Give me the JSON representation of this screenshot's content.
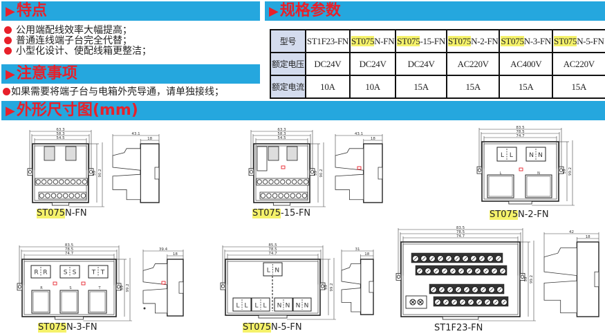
{
  "features": {
    "title": "特点",
    "items": [
      "公用端配线效率大幅提高；",
      "普通连线端子台完全代替；",
      "小型化设计、使配线箱更整洁；"
    ]
  },
  "notes": {
    "title": "注意事项",
    "items": [
      "如果需要将端子台与电箱外壳导通，请单独接线；"
    ]
  },
  "dimensions_title": "外形尺寸图(mm)",
  "specs": {
    "title": "规格参数",
    "row_labels": [
      "型号",
      "额定电压",
      "额定电流"
    ],
    "models": [
      {
        "highlight": "",
        "suffix": "ST1F23-FN"
      },
      {
        "highlight": "ST075",
        "suffix": "N-FN"
      },
      {
        "highlight": "ST075",
        "suffix": "-15-FN"
      },
      {
        "highlight": "ST075",
        "suffix": "N-2-FN"
      },
      {
        "highlight": "ST075",
        "suffix": "N-3-FN"
      },
      {
        "highlight": "ST075",
        "suffix": "N-5-FN"
      }
    ],
    "voltages": [
      "DC24V",
      "DC24V",
      "DC24V",
      "AC220V",
      "AC400V",
      "AC220V"
    ],
    "currents": [
      "10A",
      "10A",
      "15A",
      "15A",
      "15A",
      "15A"
    ]
  },
  "drawings": [
    {
      "highlight": "ST075",
      "suffix": "N-FN",
      "front_dims": [
        "63.3",
        "58.3",
        "54.5"
      ],
      "vertical_dims": [
        "59",
        "90.2"
      ],
      "side_dims": [
        "43.1",
        "18"
      ],
      "kind": "terminal"
    },
    {
      "highlight": "ST075",
      "suffix": "-15-FN",
      "front_dims": [
        "63.3",
        "58.3",
        "54.5"
      ],
      "vertical_dims": [
        "59",
        "90.2"
      ],
      "side_dims": [
        "43.1",
        "18"
      ],
      "kind": "terminal15"
    },
    {
      "highlight": "ST075",
      "suffix": "N-2-FN",
      "front_dims": [
        "83.5",
        "78.5",
        "74.7"
      ],
      "vertical_dims": [
        "59",
        "99.2"
      ],
      "side_dims": [],
      "kind": "boxes",
      "pairs": [
        [
          "L",
          "L"
        ],
        [
          "N",
          "N"
        ]
      ],
      "sublabels": [
        "L",
        "N"
      ]
    },
    {
      "highlight": "ST075",
      "suffix": "N-3-FN",
      "front_dims": [
        "83.5",
        "78.5",
        "74.7"
      ],
      "vertical_dims": [
        "59",
        "99.2"
      ],
      "side_dims": [
        "39.4",
        "18"
      ],
      "kind": "boxes",
      "pairs": [
        [
          "R",
          "R"
        ],
        [
          "S",
          "S"
        ],
        [
          "T",
          "T"
        ]
      ],
      "sublabels": [
        "R",
        "S",
        "T"
      ]
    },
    {
      "highlight": "ST075",
      "suffix": "N-5-FN",
      "front_dims": [
        "85.5",
        "78.5",
        "74.7"
      ],
      "vertical_dims": [
        "59",
        "99.2"
      ],
      "side_dims": [
        "31",
        "18"
      ],
      "kind": "five",
      "top_pair": [
        "L",
        "N"
      ],
      "pairs": [
        [
          "L",
          "L"
        ],
        [
          "L",
          "L"
        ],
        [
          "N",
          "N"
        ],
        [
          "N",
          "N"
        ]
      ]
    },
    {
      "highlight": "",
      "suffix": "ST1F23-FN",
      "front_dims": [
        "83.5",
        "78.5",
        "74.7"
      ],
      "vertical_dims": [
        "59",
        "99.2"
      ],
      "side_dims": [
        "42",
        "18"
      ],
      "kind": "big"
    }
  ],
  "colors": {
    "bar": "#25a7de",
    "title_red": "#e8202a",
    "highlight": "#f5f26a",
    "label_cell": "#d4dcee"
  }
}
